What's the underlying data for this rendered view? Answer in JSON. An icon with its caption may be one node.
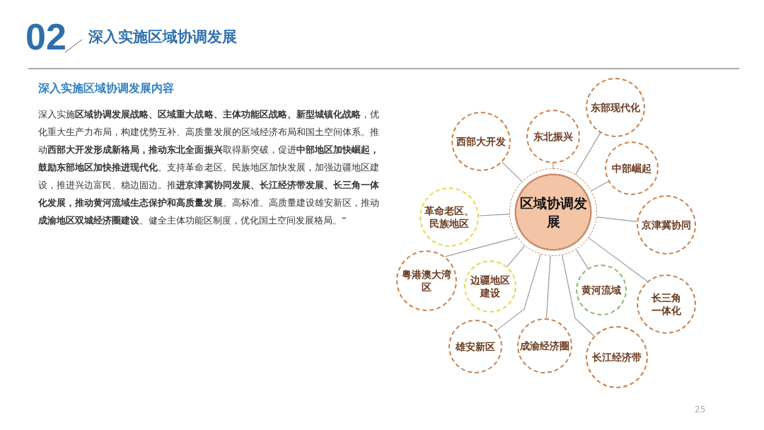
{
  "diagram": {
    "title": "深入实施区域协调发展",
    "nodes": [
      {
        "text": [
          "区域协调发展"
        ]
      },
      {
        "text": [
          "东部现代化"
        ]
      },
      {
        "text": [
          "东北振兴"
        ]
      },
      {
        "text": [
          "西部大开发"
        ]
      },
      {
        "text": [
          "中部崛起"
        ]
      },
      {
        "text": [
          "革命老区、民族地区"
        ]
      },
      {
        "text": [
          "京津冀协同"
        ]
      },
      {
        "text": [
          "粤港澳大湾区"
        ]
      },
      {
        "text": [
          "边疆地区建设"
        ]
      },
      {
        "text": [
          "黄河流域"
        ]
      },
      {
        "text": [
          "长三角一体化"
        ]
      },
      {
        "text": [
          "成渝经济圈"
        ]
      },
      {
        "text": [
          "雄安新区"
        ]
      },
      {
        "text": [
          "长江经济带"
        ]
      }
    ],
    "edges": [
      {
        "from": 0,
        "to": 1,
        "arrow": "none"
      },
      {
        "from": 0,
        "to": 2,
        "arrow": "none"
      },
      {
        "from": 0,
        "to": 3,
        "arrow": "none"
      },
      {
        "from": 0,
        "to": 4,
        "arrow": "none"
      },
      {
        "from": 0,
        "to": 5,
        "arrow": "none"
      },
      {
        "from": 0,
        "to": 6,
        "arrow": "none"
      },
      {
        "from": 0,
        "to": 7,
        "arrow": "none"
      },
      {
        "from": 0,
        "to": 8,
        "arrow": "none"
      },
      {
        "from": 0,
        "to": 9,
        "arrow": "none"
      },
      {
        "from": 0,
        "to": 10,
        "arrow": "none"
      },
      {
        "from": 0,
        "to": 11,
        "arrow": "none"
      },
      {
        "from": 0,
        "to": 12,
        "arrow": "none"
      },
      {
        "from": 0,
        "to": 13,
        "arrow": "none"
      }
    ],
    "labels": [
      "02",
      "深入实施区域协调发展内容",
      "深入实施**区域协调发展战略、区域重大战略、主体功能区战略、新型城镇化战略**，优化重大生产力布局，构建优势互补、高质量发展的区域经济布局和国土空间体系。推动**西部大开发形成新格局，推动东北全面振兴**取得新突破，促进**中部地区加快崛起，鼓励东部地区加快推进现代化**。支持革命老区、民族地区加快发展，加强边疆地区建设，推进兴边富民、稳边固边。推**进京津冀协同发展、长江经济带发展、长三角一体化发展，推动黄河流域生态保护和高质量发展**。高标准、高质量建设雄安新区，推动**成渝地区双城经济圈建设**。健全主体功能区制度，优化国土空间发展格局。”",
      "25"
    ]
  }
}
